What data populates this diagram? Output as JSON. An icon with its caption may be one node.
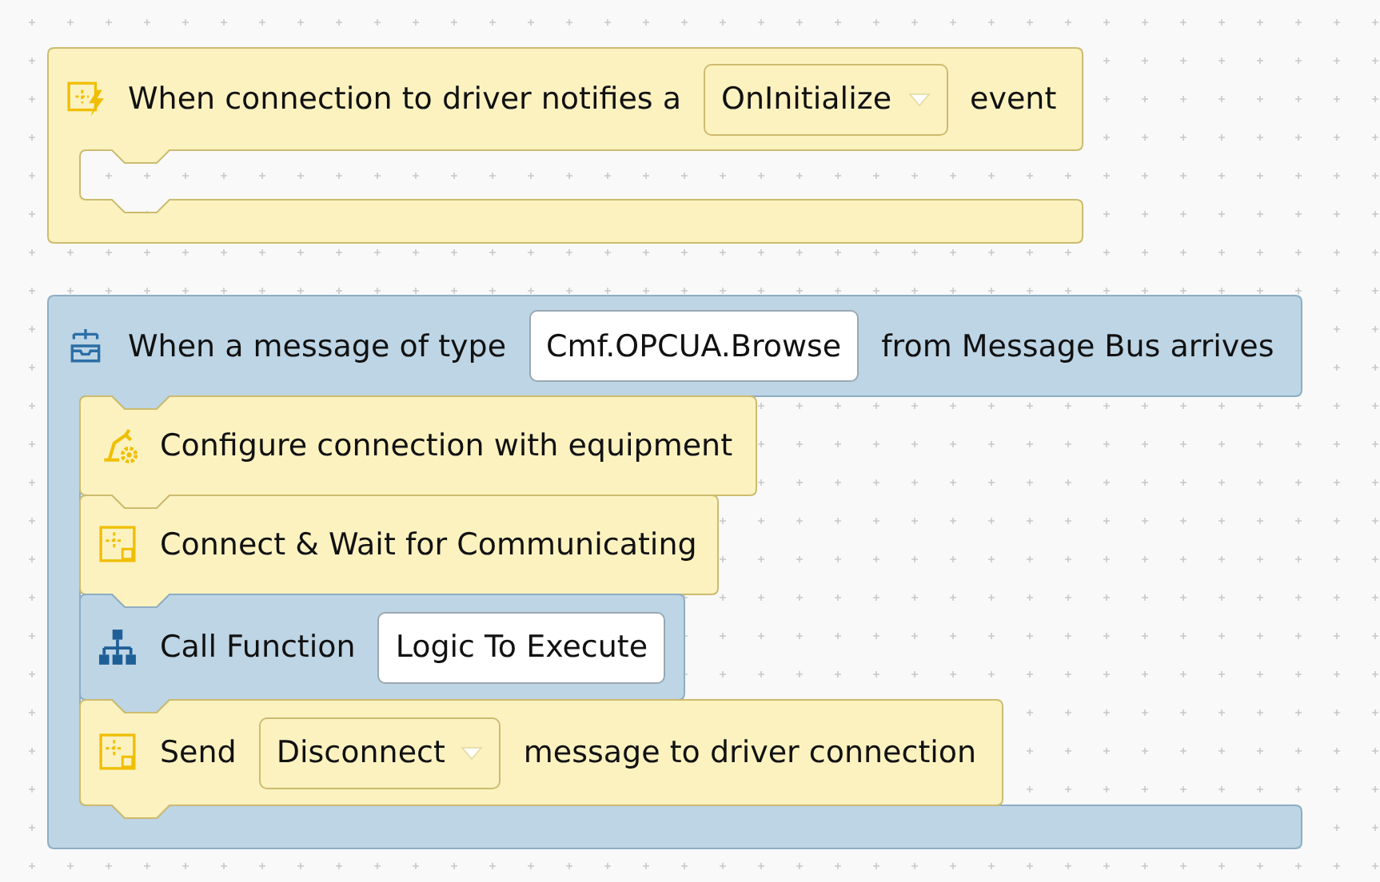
{
  "diagram": {
    "nodes": [
      {
        "text": [
          "When connection to driver notifies a",
          "event"
        ]
      },
      {
        "text": [
          "OnInitialize"
        ],
        "in": 0
      },
      {
        "text": [
          "When a message of type",
          "from Message Bus arrives"
        ]
      },
      {
        "text": [
          "Cmf.OPCUA.Browse"
        ],
        "in": 2
      },
      {
        "text": [
          "Configure connection with equipment"
        ],
        "in": 2
      },
      {
        "text": [
          "Connect & Wait for Communicating"
        ],
        "in": 2
      },
      {
        "text": [
          "Call Function"
        ],
        "in": 2
      },
      {
        "text": [
          "Logic To Execute"
        ],
        "in": 6
      },
      {
        "text": [
          "Send",
          "message to driver connection"
        ],
        "in": 2
      },
      {
        "text": [
          "Disconnect"
        ],
        "in": 8
      }
    ]
  }
}
